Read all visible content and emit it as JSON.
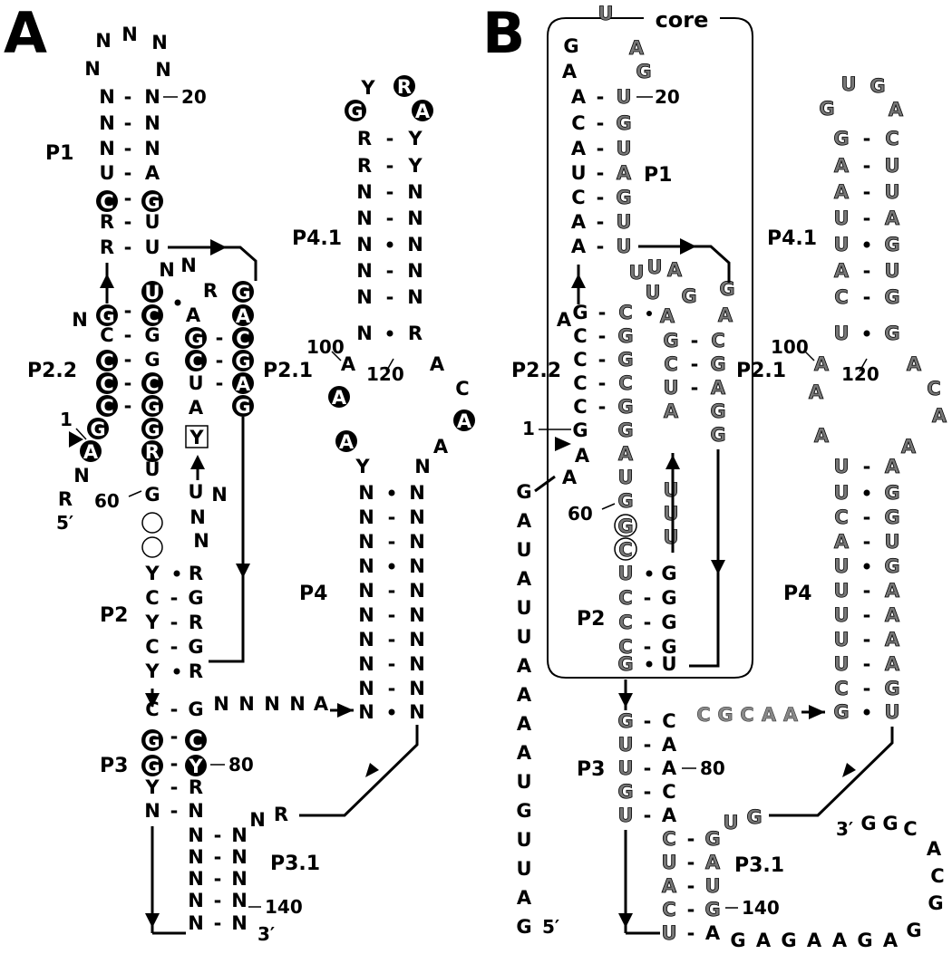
{
  "panels": [
    {
      "letter": "A"
    },
    {
      "letter": "B"
    }
  ],
  "diagram_a": {
    "helix_labels": [
      "P1",
      "P4.1",
      "P2.2",
      "P2.1",
      "P2",
      "P4",
      "P3",
      "P3.1"
    ],
    "position_labels": [
      "20",
      "100",
      "120",
      "1",
      "60",
      "80",
      "140"
    ],
    "end_labels": [
      "5′",
      "3′"
    ]
  },
  "diagram_b": {
    "core_label": "core",
    "helix_labels": [
      "P1",
      "P4.1",
      "P2.2",
      "P2.1",
      "P2",
      "P4",
      "P3",
      "P3.1"
    ],
    "position_labels": [
      "20",
      "100",
      "120",
      "1",
      "60",
      "80",
      "140"
    ],
    "end_labels": [
      "5′",
      "3′"
    ]
  }
}
